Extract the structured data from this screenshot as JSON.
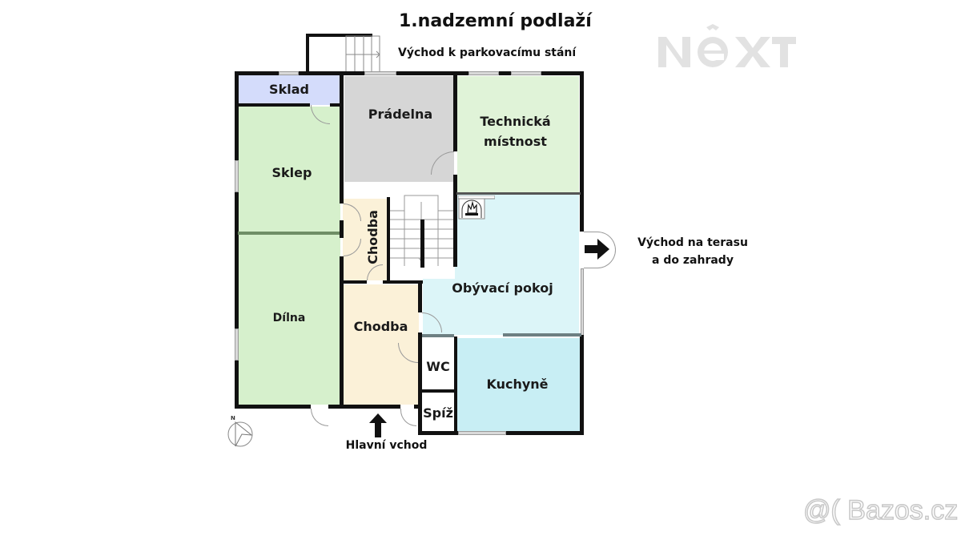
{
  "header": {
    "floor_title": "1.nadzemní podlaží",
    "exit_parking": "Východ  k parkovacímu stání"
  },
  "watermark": {
    "logo_text": "NEXT",
    "bazos_text": "@( Bazos.cz"
  },
  "rooms": [
    {
      "id": "sklad",
      "label": "Sklad",
      "color": "#d4dcfb"
    },
    {
      "id": "sklep",
      "label": "Sklep",
      "color": "#d6f0cc"
    },
    {
      "id": "dilna",
      "label": "Dílna",
      "color": "#d6f0cc"
    },
    {
      "id": "pradelna",
      "label": "Prádelna",
      "color": "#d6d6d6"
    },
    {
      "id": "technicka",
      "label_line1": "Technická",
      "label_line2": "místnost",
      "color": "#e0f3d8"
    },
    {
      "id": "chodba_upper",
      "label": "Chodba",
      "color": "#fbf1d8"
    },
    {
      "id": "chodba_lower",
      "label": "Chodba",
      "color": "#fbf1d8"
    },
    {
      "id": "obyvaci",
      "label": "Obývací pokoj",
      "color": "#dcf5f8"
    },
    {
      "id": "wc",
      "label": "WC",
      "color": "#ffffff"
    },
    {
      "id": "spiz",
      "label": "Spíž",
      "color": "#ffffff"
    },
    {
      "id": "kuchyne",
      "label": "Kuchyně",
      "color": "#c8eef4"
    }
  ],
  "annotations": {
    "exit_terrace_line1": "Východ na terasu",
    "exit_terrace_line2": "a do zahrady",
    "main_entrance": "Hlavní vchod",
    "compass_label": "N"
  },
  "icons": [
    "fireplace-icon",
    "arrow-right-icon",
    "arrow-up-icon",
    "compass-icon",
    "stairs-icon"
  ]
}
